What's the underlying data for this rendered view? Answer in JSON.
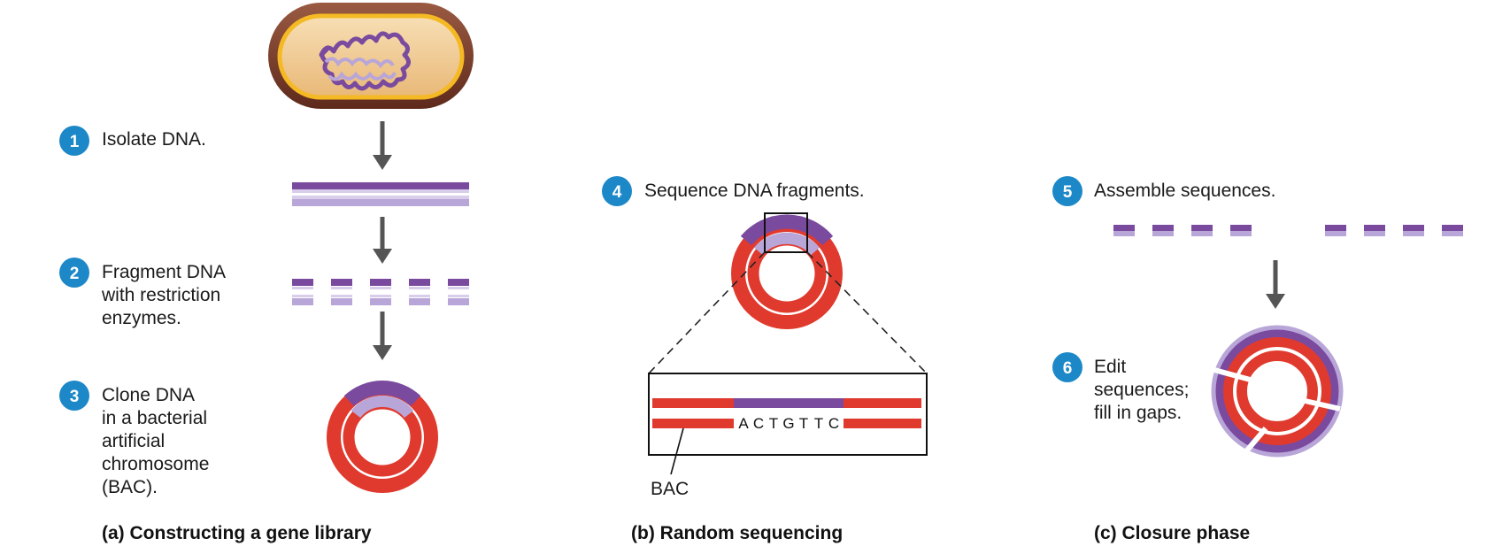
{
  "colors": {
    "badge": "#1d88c8",
    "arrow": "#555555",
    "dna_dark": "#7a4a9e",
    "dna_light": "#b9a6d8",
    "bac_red": "#e03a2e",
    "cell_outer": "#7a3e2b",
    "cell_inner": "#f2cf9a",
    "cell_rim": "#f4b923"
  },
  "steps": [
    {
      "number": "1",
      "lines": [
        "Isolate DNA."
      ]
    },
    {
      "number": "2",
      "lines": [
        "Fragment DNA",
        "with restriction",
        "enzymes."
      ]
    },
    {
      "number": "3",
      "lines": [
        "Clone DNA",
        "in a bacterial",
        "artificial",
        "chromosome",
        "(BAC)."
      ]
    },
    {
      "number": "4",
      "lines": [
        "Sequence DNA fragments."
      ]
    },
    {
      "number": "5",
      "lines": [
        "Assemble sequences."
      ]
    },
    {
      "number": "6",
      "lines": [
        "Edit",
        "sequences;",
        "fill in gaps."
      ]
    }
  ],
  "panel_b": {
    "sequence_letters": [
      "A",
      "C",
      "T",
      "G",
      "T",
      "T",
      "C"
    ],
    "bac_label": "BAC"
  },
  "captions": {
    "a": "(a) Constructing a gene library",
    "b": "(b) Random sequencing",
    "c": "(c) Closure phase"
  },
  "icons": [
    "bacterial-cell-icon",
    "down-arrow-icon",
    "bac-plasmid-icon"
  ]
}
